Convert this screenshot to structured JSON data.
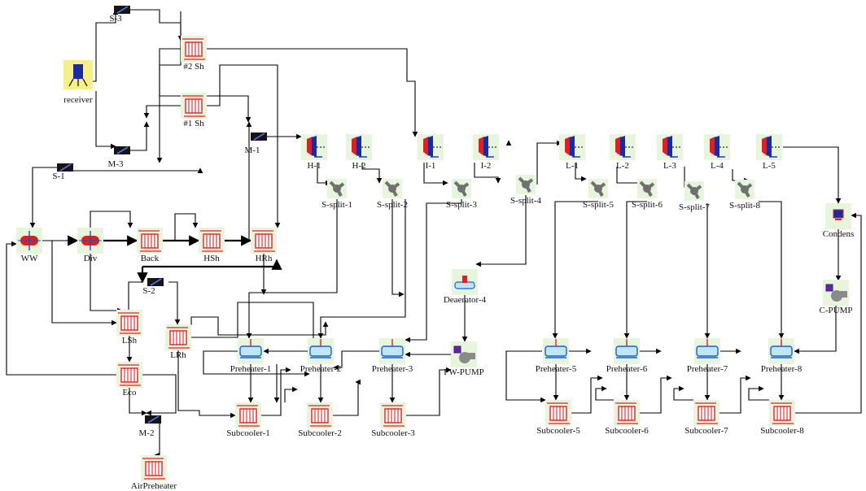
{
  "blocks": [
    {
      "id": "s3",
      "label": "S-3",
      "type": "split"
    },
    {
      "id": "receiver",
      "label": "receiver",
      "type": "receiver"
    },
    {
      "id": "sh2",
      "label": "#2 Sh",
      "type": "hx"
    },
    {
      "id": "sh1",
      "label": "#1 Sh",
      "type": "hx"
    },
    {
      "id": "m3",
      "label": "M-3",
      "type": "split"
    },
    {
      "id": "m1",
      "label": "M-1",
      "type": "split"
    },
    {
      "id": "s1",
      "label": "S-1",
      "type": "split"
    },
    {
      "id": "ww",
      "label": "WW",
      "type": "heater"
    },
    {
      "id": "div",
      "label": "Div",
      "type": "heater"
    },
    {
      "id": "back",
      "label": "Back",
      "type": "hx"
    },
    {
      "id": "hsh",
      "label": "HSh",
      "type": "hx"
    },
    {
      "id": "hrh",
      "label": "HRh",
      "type": "hx"
    },
    {
      "id": "s2",
      "label": "S-2",
      "type": "split"
    },
    {
      "id": "lsh",
      "label": "LSh",
      "type": "hx"
    },
    {
      "id": "lrh",
      "label": "LRh",
      "type": "hx"
    },
    {
      "id": "eco",
      "label": "Eco",
      "type": "hx"
    },
    {
      "id": "m2",
      "label": "M-2",
      "type": "split"
    },
    {
      "id": "airpre",
      "label": "AirPreheater",
      "type": "hx"
    },
    {
      "id": "h1",
      "label": "H-1",
      "type": "turbine"
    },
    {
      "id": "h2",
      "label": "H-2",
      "type": "turbine"
    },
    {
      "id": "i1",
      "label": "I-1",
      "type": "turbine"
    },
    {
      "id": "i2",
      "label": "I-2",
      "type": "turbine"
    },
    {
      "id": "l1",
      "label": "L-1",
      "type": "turbine"
    },
    {
      "id": "l2",
      "label": "L-2",
      "type": "turbine"
    },
    {
      "id": "l3",
      "label": "L-3",
      "type": "turbine"
    },
    {
      "id": "l4",
      "label": "L-4",
      "type": "turbine"
    },
    {
      "id": "l5",
      "label": "L-5",
      "type": "turbine"
    },
    {
      "id": "ss1",
      "label": "S-split-1",
      "type": "ssplit"
    },
    {
      "id": "ss2",
      "label": "S-split-2",
      "type": "ssplit"
    },
    {
      "id": "ss3",
      "label": "S-split-3",
      "type": "ssplit"
    },
    {
      "id": "ss4",
      "label": "S-split-4",
      "type": "ssplit"
    },
    {
      "id": "ss5",
      "label": "S-split-5",
      "type": "ssplit"
    },
    {
      "id": "ss6",
      "label": "S-split-6",
      "type": "ssplit"
    },
    {
      "id": "ss7",
      "label": "S-split-7",
      "type": "ssplit"
    },
    {
      "id": "ss8",
      "label": "S-split-8",
      "type": "ssplit"
    },
    {
      "id": "condens",
      "label": "Condens",
      "type": "condenser"
    },
    {
      "id": "cpump",
      "label": "C-PUMP",
      "type": "pump"
    },
    {
      "id": "deaerator",
      "label": "Deaerator-4",
      "type": "deaerator"
    },
    {
      "id": "fwpump",
      "label": "FW-PUMP",
      "type": "pump"
    },
    {
      "id": "ph1",
      "label": "Preheater-1",
      "type": "preheater"
    },
    {
      "id": "ph2",
      "label": "Preheater-2",
      "type": "preheater"
    },
    {
      "id": "ph3",
      "label": "Preheater-3",
      "type": "preheater"
    },
    {
      "id": "ph5",
      "label": "Preheater-5",
      "type": "preheater"
    },
    {
      "id": "ph6",
      "label": "Preheater-6",
      "type": "preheater"
    },
    {
      "id": "ph7",
      "label": "Preheater-7",
      "type": "preheater"
    },
    {
      "id": "ph8",
      "label": "Preheater-8",
      "type": "preheater"
    },
    {
      "id": "sc1",
      "label": "Subcooler-1",
      "type": "hx"
    },
    {
      "id": "sc2",
      "label": "Subcooler-2",
      "type": "hx"
    },
    {
      "id": "sc3",
      "label": "Subcooler-3",
      "type": "hx"
    },
    {
      "id": "sc5",
      "label": "Subcooler-5",
      "type": "hx"
    },
    {
      "id": "sc6",
      "label": "Subcooler-6",
      "type": "hx"
    },
    {
      "id": "sc7",
      "label": "Subcooler-7",
      "type": "hx"
    },
    {
      "id": "sc8",
      "label": "Subcooler-8",
      "type": "hx"
    }
  ],
  "colors": {
    "block_bg": "#e6f5dc",
    "receiver_bg": "#f7f08a",
    "hx_red": "#e02020",
    "turbine_blue": "#1a2aa0",
    "ssplit_grey": "#707070",
    "split_dark": "#151515",
    "preheater_blue": "#1a5fd0",
    "pump_grey": "#8a8a8a",
    "pipe": "#000000"
  }
}
